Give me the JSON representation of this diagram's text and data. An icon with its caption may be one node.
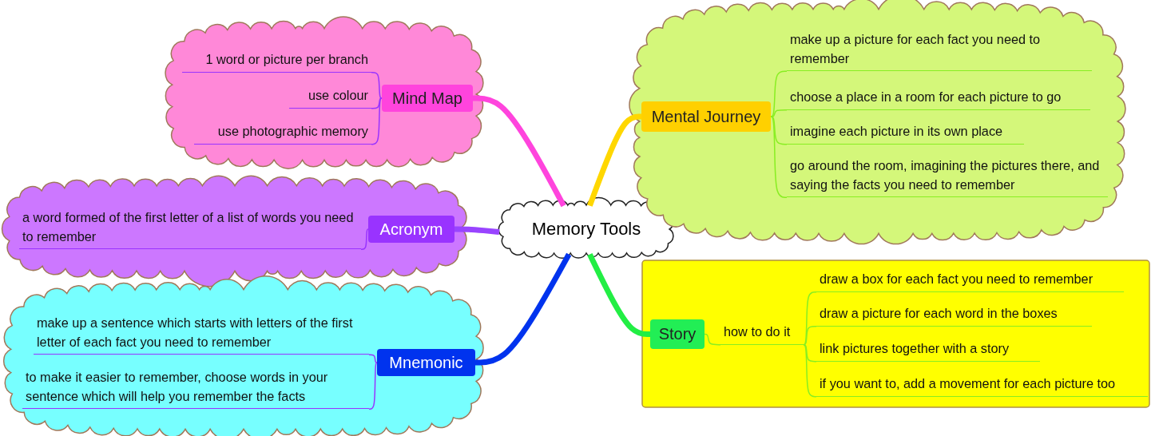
{
  "diagram": {
    "nodes": [
      {
        "text": [
          "Memory Tools"
        ]
      },
      {
        "text": [],
        "shape": "cloud"
      },
      {
        "text": [
          "Mind Map"
        ],
        "in": 1
      },
      {
        "text": [
          "1 word or picture per branch"
        ],
        "in": 1
      },
      {
        "text": [
          "use colour"
        ],
        "in": 1
      },
      {
        "text": [
          "use photographic memory"
        ],
        "in": 1
      },
      {
        "text": [],
        "shape": "cloud"
      },
      {
        "text": [
          "Acronym"
        ],
        "in": 6
      },
      {
        "text": [
          "a word formed of the first letter of a list of words you need to remember"
        ],
        "in": 6
      },
      {
        "text": [],
        "shape": "cloud"
      },
      {
        "text": [
          "Mnemonic"
        ],
        "in": 9
      },
      {
        "text": [
          "make up a sentence which starts with letters of the first letter of each fact you need to remember"
        ],
        "in": 9
      },
      {
        "text": [
          "to make it easier to remember, choose words in your sentence which will help you remember the facts"
        ],
        "in": 9
      },
      {
        "text": [],
        "shape": "cloud"
      },
      {
        "text": [
          "Mental Journey"
        ],
        "in": 13
      },
      {
        "text": [
          "make up a picture for each fact you need to remember"
        ],
        "in": 13
      },
      {
        "text": [
          "choose a place in a room for each picture to go"
        ],
        "in": 13
      },
      {
        "text": [
          "imagine each picture in its own place"
        ],
        "in": 13
      },
      {
        "text": [
          "go around the room, imagining the pictures there, and saying the facts you need to remember"
        ],
        "in": 13
      },
      {
        "text": [],
        "shape": "box"
      },
      {
        "text": [
          "Story"
        ],
        "in": 19
      },
      {
        "text": [
          "how to do it"
        ],
        "in": 19
      },
      {
        "text": [
          "draw a box for each fact you need to remember"
        ],
        "in": 19
      },
      {
        "text": [
          "draw a picture for each word in the boxes"
        ],
        "in": 19
      },
      {
        "text": [
          "link pictures together with a story"
        ],
        "in": 19
      },
      {
        "text": [
          "if you want to, add a movement for each picture too"
        ],
        "in": 19
      }
    ],
    "edges": [
      {
        "from": 0,
        "to": 2,
        "arrow": "none",
        "style": "thick",
        "color": "#ff44dd"
      },
      {
        "from": 2,
        "to": 3,
        "arrow": "none",
        "color": "#9933ff"
      },
      {
        "from": 2,
        "to": 4,
        "arrow": "none",
        "color": "#9933ff"
      },
      {
        "from": 2,
        "to": 5,
        "arrow": "none",
        "color": "#9933ff"
      },
      {
        "from": 0,
        "to": 7,
        "arrow": "none",
        "style": "thick",
        "color": "#9944ff"
      },
      {
        "from": 7,
        "to": 8,
        "arrow": "none",
        "color": "#9933ff"
      },
      {
        "from": 0,
        "to": 10,
        "arrow": "none",
        "style": "thick",
        "color": "#0033ee"
      },
      {
        "from": 10,
        "to": 11,
        "arrow": "none",
        "color": "#9933ff"
      },
      {
        "from": 10,
        "to": 12,
        "arrow": "none",
        "color": "#9933ff"
      },
      {
        "from": 0,
        "to": 14,
        "arrow": "none",
        "style": "thick",
        "color": "#ffd700"
      },
      {
        "from": 14,
        "to": 15,
        "arrow": "none"
      },
      {
        "from": 14,
        "to": 16,
        "arrow": "none"
      },
      {
        "from": 14,
        "to": 17,
        "arrow": "none"
      },
      {
        "from": 14,
        "to": 18,
        "arrow": "none"
      },
      {
        "from": 0,
        "to": 20,
        "arrow": "none",
        "style": "thick",
        "color": "#22ee44"
      },
      {
        "from": 20,
        "to": 21,
        "arrow": "none"
      },
      {
        "from": 21,
        "to": 22,
        "arrow": "none"
      },
      {
        "from": 21,
        "to": 23,
        "arrow": "none"
      },
      {
        "from": 21,
        "to": 24,
        "arrow": "none"
      },
      {
        "from": 21,
        "to": 25,
        "arrow": "none"
      }
    ]
  }
}
